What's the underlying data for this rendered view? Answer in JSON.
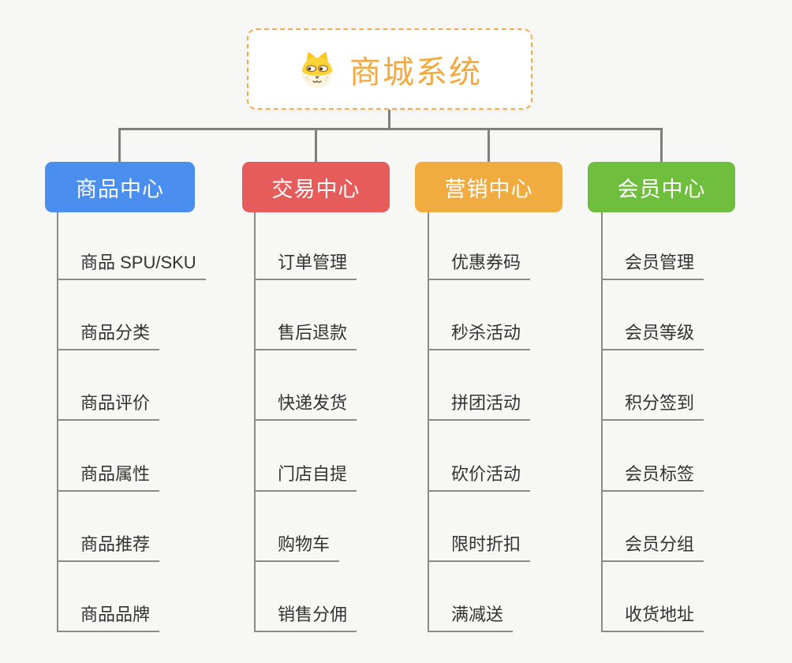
{
  "root": {
    "title": "商城系统",
    "icon": "dog-face-icon",
    "title_color": "#f4a93e",
    "border_color": "#f0ac4e"
  },
  "connector_color": "#7e7e7e",
  "underline_color": "#8a8a8a",
  "branches": [
    {
      "label": "商品中心",
      "color": "#4a8ef0",
      "children": [
        "商品 SPU/SKU",
        "商品分类",
        "商品评价",
        "商品属性",
        "商品推荐",
        "商品品牌"
      ]
    },
    {
      "label": "交易中心",
      "color": "#e65c5b",
      "children": [
        "订单管理",
        "售后退款",
        "快递发货",
        "门店自提",
        "购物车",
        "销售分佣"
      ]
    },
    {
      "label": "营销中心",
      "color": "#f0ac40",
      "children": [
        "优惠券码",
        "秒杀活动",
        "拼团活动",
        "砍价活动",
        "限时折扣",
        "满减送"
      ]
    },
    {
      "label": "会员中心",
      "color": "#6fbe3d",
      "children": [
        "会员管理",
        "会员等级",
        "积分签到",
        "会员标签",
        "会员分组",
        "收货地址"
      ]
    }
  ]
}
